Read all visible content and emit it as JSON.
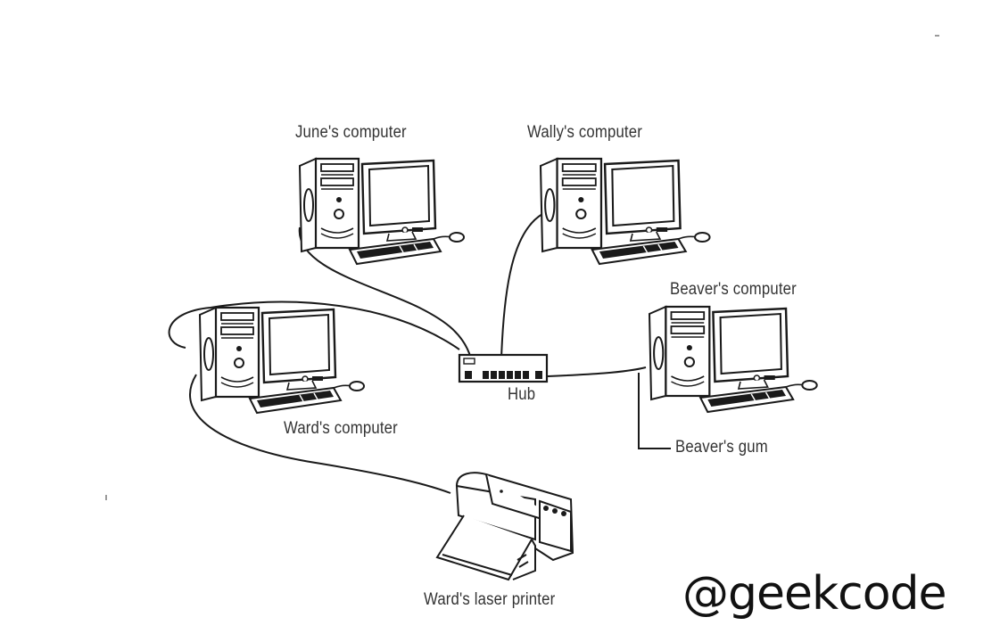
{
  "diagram": {
    "type": "network-topology",
    "nodes": [
      {
        "id": "june",
        "kind": "computer",
        "label": "June's computer"
      },
      {
        "id": "wally",
        "kind": "computer",
        "label": "Wally's computer"
      },
      {
        "id": "ward",
        "kind": "computer",
        "label": "Ward's computer"
      },
      {
        "id": "beaver",
        "kind": "computer",
        "label": "Beaver's computer"
      },
      {
        "id": "hub",
        "kind": "hub",
        "label": "Hub"
      },
      {
        "id": "printer",
        "kind": "printer",
        "label": "Ward's laser printer"
      }
    ],
    "annotations": [
      {
        "id": "gum",
        "label": "Beaver's gum",
        "points_to": "beaver"
      }
    ],
    "edges": [
      {
        "from": "june",
        "to": "hub"
      },
      {
        "from": "wally",
        "to": "hub"
      },
      {
        "from": "ward",
        "to": "hub"
      },
      {
        "from": "beaver",
        "to": "hub"
      },
      {
        "from": "ward",
        "to": "printer"
      }
    ]
  },
  "labels": {
    "june": "June's computer",
    "wally": "Wally's computer",
    "ward": "Ward's computer",
    "beaver": "Beaver's computer",
    "hub": "Hub",
    "gum": "Beaver's gum",
    "printer": "Ward's laser printer"
  },
  "watermark": "@geekcode",
  "colors": {
    "line": "#1a1a1a",
    "text": "#333333",
    "background": "#ffffff"
  }
}
